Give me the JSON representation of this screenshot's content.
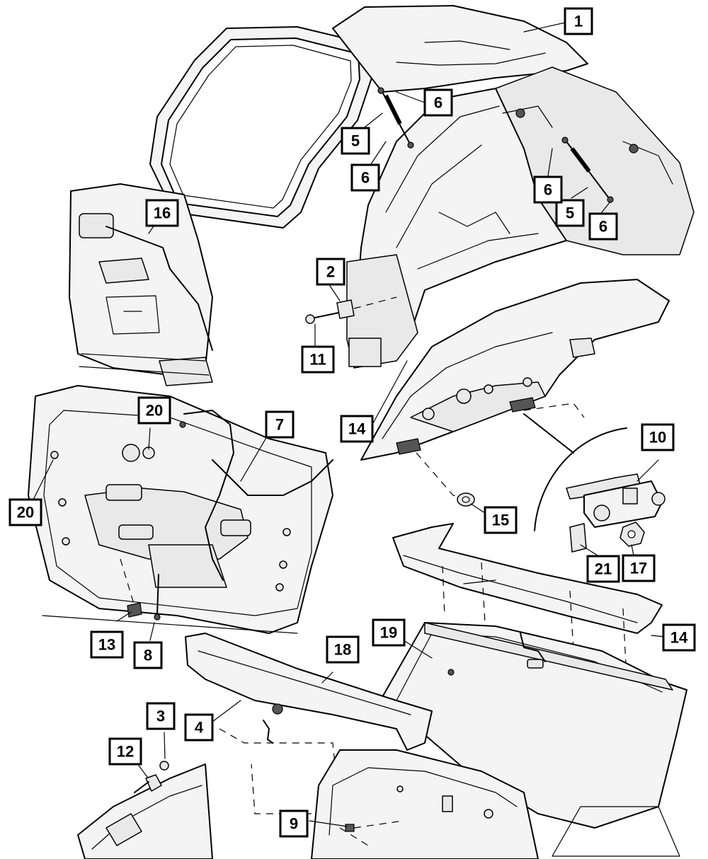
{
  "callouts": [
    {
      "id": "c1",
      "label": "1"
    },
    {
      "id": "c2",
      "label": "2"
    },
    {
      "id": "c3",
      "label": "3"
    },
    {
      "id": "c4",
      "label": "4"
    },
    {
      "id": "c5a",
      "label": "5"
    },
    {
      "id": "c5b",
      "label": "5"
    },
    {
      "id": "c6a",
      "label": "6"
    },
    {
      "id": "c6b",
      "label": "6"
    },
    {
      "id": "c6c",
      "label": "6"
    },
    {
      "id": "c6d",
      "label": "6"
    },
    {
      "id": "c7",
      "label": "7"
    },
    {
      "id": "c8",
      "label": "8"
    },
    {
      "id": "c9",
      "label": "9"
    },
    {
      "id": "c10",
      "label": "10"
    },
    {
      "id": "c11",
      "label": "11"
    },
    {
      "id": "c12",
      "label": "12"
    },
    {
      "id": "c13",
      "label": "13"
    },
    {
      "id": "c14a",
      "label": "14"
    },
    {
      "id": "c14b",
      "label": "14"
    },
    {
      "id": "c15",
      "label": "15"
    },
    {
      "id": "c16",
      "label": "16"
    },
    {
      "id": "c17",
      "label": "17"
    },
    {
      "id": "c18",
      "label": "18"
    },
    {
      "id": "c19",
      "label": "19"
    },
    {
      "id": "c20a",
      "label": "20"
    },
    {
      "id": "c20b",
      "label": "20"
    },
    {
      "id": "c21",
      "label": "21"
    }
  ]
}
